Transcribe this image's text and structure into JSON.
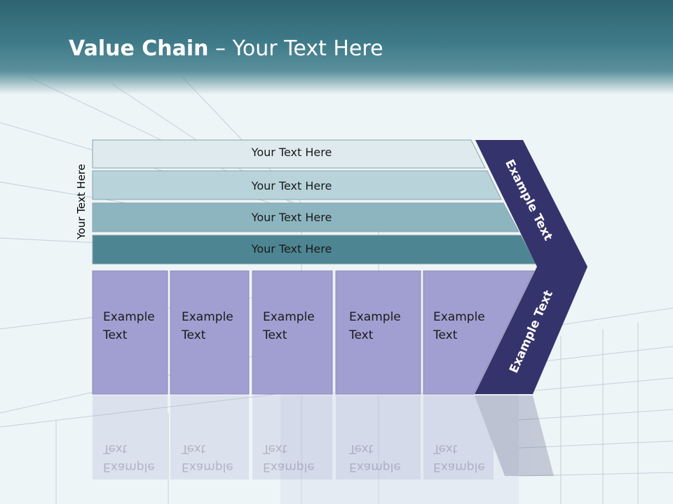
{
  "title": {
    "bold": "Value Chain",
    "rest": " – Your Text Here"
  },
  "side_label": "Your Text Here",
  "rows": [
    {
      "label": "Your Text Here",
      "color": "#dfeaee"
    },
    {
      "label": "Your Text Here",
      "color": "#b8d3da"
    },
    {
      "label": "Your Text Here",
      "color": "#8db5c0"
    },
    {
      "label": "Your Text Here",
      "color": "#4e8593"
    }
  ],
  "columns": [
    {
      "label": "Example\nText"
    },
    {
      "label": "Example\nText"
    },
    {
      "label": "Example\nText"
    },
    {
      "label": "Example\nText"
    },
    {
      "label": "Example\nText"
    }
  ],
  "chevron": {
    "top_label": "Example Text",
    "bottom_label": "Example Text",
    "color": "#35336b"
  },
  "column_color": "#a19fd1"
}
